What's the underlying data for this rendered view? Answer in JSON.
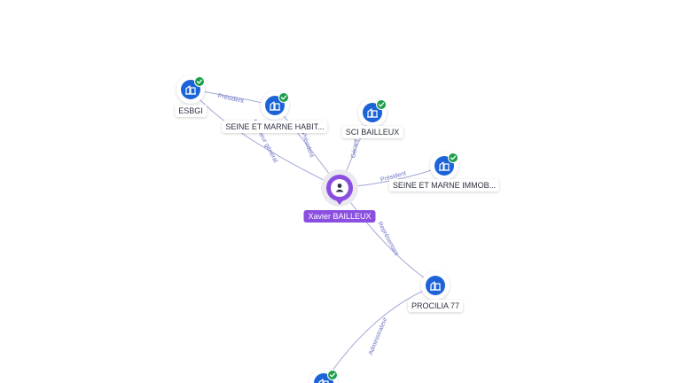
{
  "colors": {
    "company": "#1d63d8",
    "person": "#8a4fe0",
    "check": "#1e9e4a",
    "edge": "#a3a9d6",
    "edge_label": "#6d74c4"
  },
  "icons": {
    "company": "building-icon",
    "person": "user-icon",
    "verified": "check-badge-icon"
  },
  "nodes": [
    {
      "id": "person",
      "type": "person",
      "label": "Xavier BAILLEUX"
    },
    {
      "id": "esbgi",
      "type": "company",
      "label": "ESBGI",
      "verified": true
    },
    {
      "id": "semh",
      "type": "company",
      "label": "SEINE ET MARNE HABIT...",
      "verified": true
    },
    {
      "id": "sci",
      "type": "company",
      "label": "SCI BAILLEUX",
      "verified": true
    },
    {
      "id": "semi",
      "type": "company",
      "label": "SEINE ET MARNE IMMOB...",
      "verified": true
    },
    {
      "id": "procilia",
      "type": "company",
      "label": "PROCILIA 77",
      "verified": false
    },
    {
      "id": "bottom",
      "type": "company",
      "label": "",
      "verified": true
    }
  ],
  "edges": [
    {
      "from": "person",
      "to": "esbgi",
      "label": "Directeur général"
    },
    {
      "from": "semh",
      "to": "esbgi",
      "label": "Président"
    },
    {
      "from": "person",
      "to": "semh",
      "label": "Président"
    },
    {
      "from": "person",
      "to": "sci",
      "label": "Gérant"
    },
    {
      "from": "person",
      "to": "semi",
      "label": "Président"
    },
    {
      "from": "person",
      "to": "procilia",
      "label": "Représentant"
    },
    {
      "from": "procilia",
      "to": "bottom",
      "label": "Administrateur"
    }
  ]
}
